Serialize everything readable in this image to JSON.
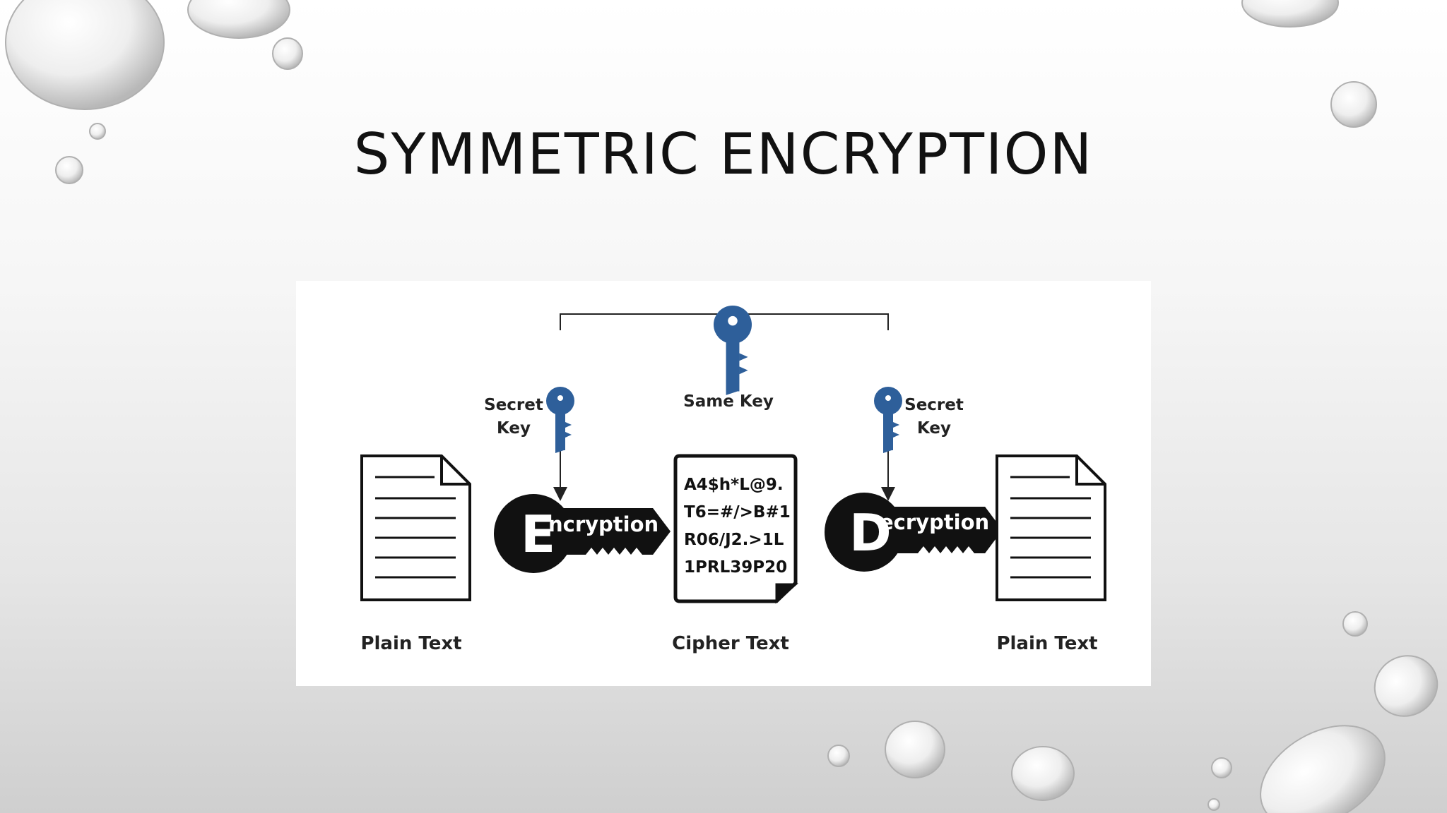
{
  "slide": {
    "title": "SYMMETRIC ENCRYPTION"
  },
  "diagram": {
    "same_key_label": "Same Key",
    "left_key_label_line1": "Secret",
    "left_key_label_line2": "Key",
    "right_key_label_line1": "Secret",
    "right_key_label_line2": "Key",
    "encryption_initial": "E",
    "encryption_rest": "ncryption",
    "decryption_initial": "D",
    "decryption_rest": "ecryption",
    "cipher_lines": [
      "A4$h*L@9.",
      "T6=#/>B#1",
      "R06/J2.>1L",
      "1PRL39P20"
    ],
    "left_doc_label": "Plain Text",
    "cipher_label": "Cipher Text",
    "right_doc_label": "Plain Text",
    "key_color": "#2e5f9a"
  }
}
